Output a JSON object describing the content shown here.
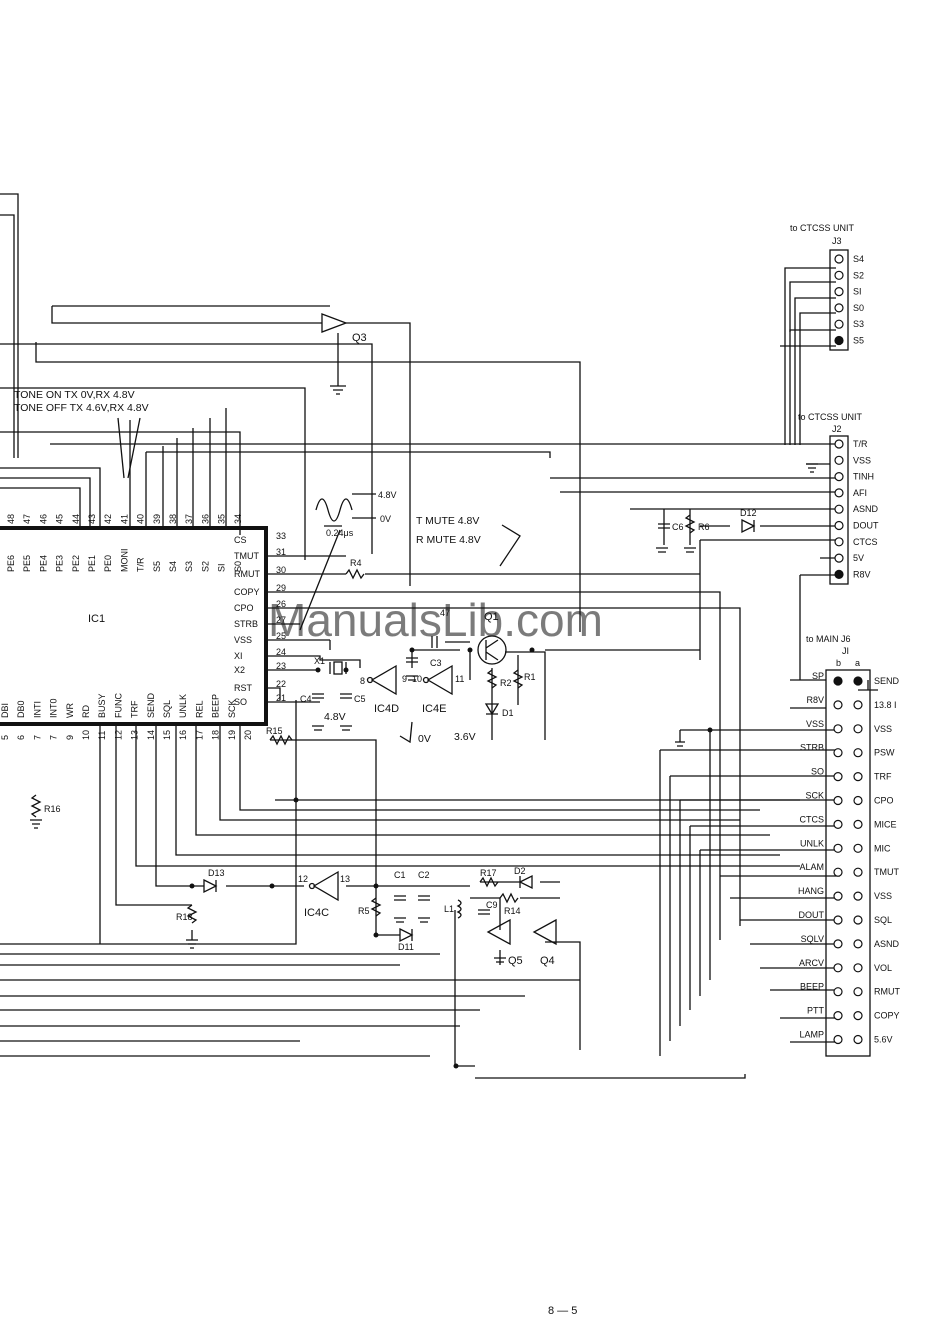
{
  "watermark": "ManualsLib.com",
  "page_number": "8 — 5",
  "notes": {
    "tone_on": "TONE ON TX 0V,RX 4.8V",
    "tone_off": "TONE OFF TX 4.6V,RX 4.8V",
    "t_mute": "T MUTE 4.8V",
    "r_mute": "R MUTE 4.8V",
    "wave_high": "4.8V",
    "wave_low": "0V",
    "period": "0.24μs",
    "v_4_8": "4.8V",
    "v_0": "0V",
    "v_3_6": "3.6V"
  },
  "ic1": {
    "name": "IC1",
    "top_pins": [
      {
        "num": "48",
        "name": "PE6"
      },
      {
        "num": "47",
        "name": "PE5"
      },
      {
        "num": "46",
        "name": "PE4"
      },
      {
        "num": "45",
        "name": "PE3"
      },
      {
        "num": "44",
        "name": "PE2"
      },
      {
        "num": "43",
        "name": "PE1"
      },
      {
        "num": "42",
        "name": "PE0"
      },
      {
        "num": "41",
        "name": "MONI"
      },
      {
        "num": "40",
        "name": "T/R"
      },
      {
        "num": "39",
        "name": "S5"
      },
      {
        "num": "38",
        "name": "S4"
      },
      {
        "num": "37",
        "name": "S3"
      },
      {
        "num": "36",
        "name": "S2"
      },
      {
        "num": "35",
        "name": "SI"
      },
      {
        "num": "34",
        "name": "S0"
      }
    ],
    "right_pins": [
      {
        "num": "33",
        "name": "CS"
      },
      {
        "num": "31",
        "name": "TMUT"
      },
      {
        "num": "30",
        "name": "RMUT"
      },
      {
        "num": "29",
        "name": "COPY"
      },
      {
        "num": "26",
        "name": "CPO"
      },
      {
        "num": "27",
        "name": "STRB"
      },
      {
        "num": "25",
        "name": "VSS"
      },
      {
        "num": "24",
        "name": "XI"
      },
      {
        "num": "23",
        "name": "X2"
      },
      {
        "num": "22",
        "name": "RST"
      },
      {
        "num": "21",
        "name": "SO"
      }
    ],
    "bottom_pins": [
      {
        "num": "5",
        "name": "DBI"
      },
      {
        "num": "6",
        "name": "DB0"
      },
      {
        "num": "7",
        "name": "INTI"
      },
      {
        "num": "7",
        "name": "INT0"
      },
      {
        "num": "9",
        "name": "WR"
      },
      {
        "num": "10",
        "name": "RD"
      },
      {
        "num": "11",
        "name": "BUSY"
      },
      {
        "num": "12",
        "name": "FUNC"
      },
      {
        "num": "13",
        "name": "TRF"
      },
      {
        "num": "14",
        "name": "SEND"
      },
      {
        "num": "15",
        "name": "SQL"
      },
      {
        "num": "16",
        "name": "UNLK"
      },
      {
        "num": "17",
        "name": "REL"
      },
      {
        "num": "18",
        "name": "BEEP"
      },
      {
        "num": "19",
        "name": "SCK"
      },
      {
        "num": "20",
        "name": ""
      }
    ]
  },
  "components": {
    "q3": "Q3",
    "q1": "Q1",
    "q4": "Q4",
    "q5": "Q5",
    "ic4d": "IC4D",
    "ic4e": "IC4E",
    "ic4c": "IC4C",
    "r4": "R4",
    "r15": "R15",
    "r16": "R16",
    "r18": "R18",
    "r5": "R5",
    "r17": "R17",
    "r14": "R14",
    "r1": "R1",
    "r2": "R2",
    "r6": "R6",
    "c3": "C3",
    "c4": "C4",
    "c5": "C5",
    "c1": "C1",
    "c2": "C2",
    "c6": "C6",
    "c9": "C9",
    "c_47": "47",
    "x1": "X1",
    "l1": "L1",
    "d1": "D1",
    "d2": "D2",
    "d11": "D11",
    "d12": "D12",
    "d13": "D13",
    "p8": "8",
    "p9": "9",
    "p10": "10",
    "p11": "11",
    "p12": "12",
    "p13": "13"
  },
  "j3": {
    "title": "to CTCSS UNIT",
    "name": "J3",
    "pins": [
      "S4",
      "S2",
      "SI",
      "S0",
      "S3",
      "S5"
    ]
  },
  "j2": {
    "title": "to CTCSS UNIT",
    "name": "J2",
    "pins": [
      "T/R",
      "VSS",
      "TINH",
      "AFI",
      "ASND",
      "DOUT",
      "CTCS",
      "5V",
      "R8V"
    ]
  },
  "j1": {
    "title": "to MAIN J6",
    "name": "JI",
    "col_b": "b",
    "col_a": "a",
    "left_labels": [
      "SP",
      "R8V",
      "VSS",
      "STRB",
      "SO",
      "SCK",
      "CTCS",
      "UNLK",
      "ALAM",
      "HANG",
      "DOUT",
      "SQLV",
      "ARCV",
      "BEEP",
      "PTT",
      "LAMP"
    ],
    "right_labels": [
      "SEND",
      "13.8 I",
      "VSS",
      "PSW",
      "TRF",
      "CPO",
      "MICE",
      "MIC",
      "TMUT",
      "VSS",
      "SQL",
      "ASND",
      "VOL",
      "RMUT",
      "COPY",
      "5.6V"
    ]
  }
}
